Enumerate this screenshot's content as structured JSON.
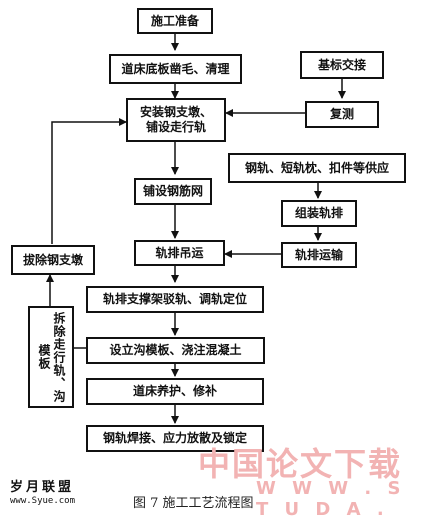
{
  "flowchart": {
    "nodes": {
      "n1": "施工准备",
      "n2": "道床底板凿毛、清理",
      "n3": "安装钢支墩、\n铺设走行轨",
      "n4": "铺设钢筋网",
      "n5": "轨排吊运",
      "n6": "轨排支撑架驳轨、调轨定位",
      "n7": "设立沟模板、浇注混凝土",
      "n8": "道床养护、修补",
      "n9": "钢轨焊接、应力放散及锁定",
      "n10": "基标交接",
      "n11": "复测",
      "n12": "钢轨、短轨枕、扣件等供应",
      "n13": "组装轨排",
      "n14": "轨排运输",
      "n15": "拔除钢支墩",
      "n16": "拆除走行轨、沟模板"
    }
  },
  "caption": "图 7   施工工艺流程图",
  "watermark": {
    "cn": "中国论文下载",
    "url": "W W W . S T U D A ."
  },
  "logo": {
    "name": "岁月联盟",
    "url": "www.Syue.com"
  },
  "colors": {
    "line": "#111111",
    "watermark": "#f2b3b3"
  }
}
